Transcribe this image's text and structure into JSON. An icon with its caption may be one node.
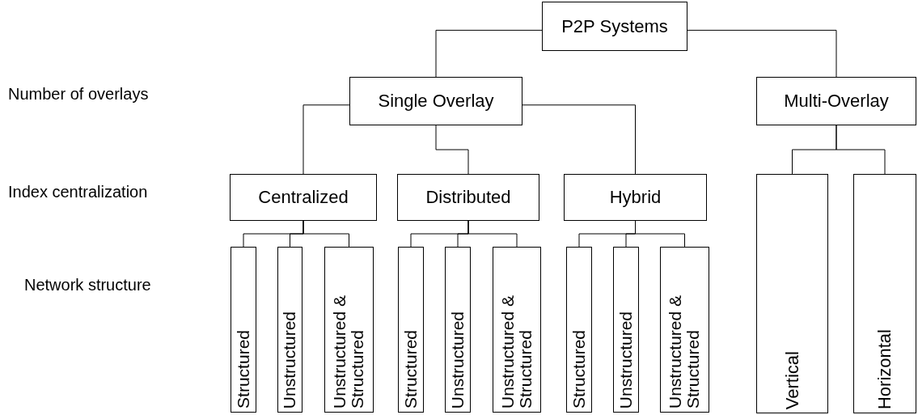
{
  "diagram": {
    "nodes": [
      {
        "text": [
          "P2P Systems"
        ]
      },
      {
        "text": [
          "Single Overlay"
        ]
      },
      {
        "text": [
          "Multi-Overlay"
        ]
      },
      {
        "text": [
          "Centralized"
        ]
      },
      {
        "text": [
          "Distributed"
        ]
      },
      {
        "text": [
          "Hybrid"
        ]
      },
      {
        "text": [
          "Structured"
        ]
      },
      {
        "text": [
          "Unstructured"
        ]
      },
      {
        "text": [
          "Unstructured & Structured"
        ]
      },
      {
        "text": [
          "Structured"
        ]
      },
      {
        "text": [
          "Unstructured"
        ]
      },
      {
        "text": [
          "Unstructured & Structured"
        ]
      },
      {
        "text": [
          "Structured"
        ]
      },
      {
        "text": [
          "Unstructured"
        ]
      },
      {
        "text": [
          "Unstructured & Structured"
        ]
      },
      {
        "text": [
          "Vertical"
        ]
      },
      {
        "text": [
          "Horizontal"
        ]
      }
    ],
    "edges": [
      {
        "from": 0,
        "to": 1,
        "arrow": "none"
      },
      {
        "from": 0,
        "to": 2,
        "arrow": "none"
      },
      {
        "from": 1,
        "to": 3,
        "arrow": "none"
      },
      {
        "from": 1,
        "to": 4,
        "arrow": "none"
      },
      {
        "from": 1,
        "to": 5,
        "arrow": "none"
      },
      {
        "from": 3,
        "to": 6,
        "arrow": "none"
      },
      {
        "from": 3,
        "to": 7,
        "arrow": "none"
      },
      {
        "from": 3,
        "to": 8,
        "arrow": "none"
      },
      {
        "from": 4,
        "to": 9,
        "arrow": "none"
      },
      {
        "from": 4,
        "to": 10,
        "arrow": "none"
      },
      {
        "from": 4,
        "to": 11,
        "arrow": "none"
      },
      {
        "from": 5,
        "to": 12,
        "arrow": "none"
      },
      {
        "from": 5,
        "to": 13,
        "arrow": "none"
      },
      {
        "from": 5,
        "to": 14,
        "arrow": "none"
      },
      {
        "from": 2,
        "to": 15,
        "arrow": "none"
      },
      {
        "from": 2,
        "to": 16,
        "arrow": "none"
      }
    ],
    "labels": [
      "Number of overlays",
      "Index centralization",
      "Network structure"
    ]
  }
}
